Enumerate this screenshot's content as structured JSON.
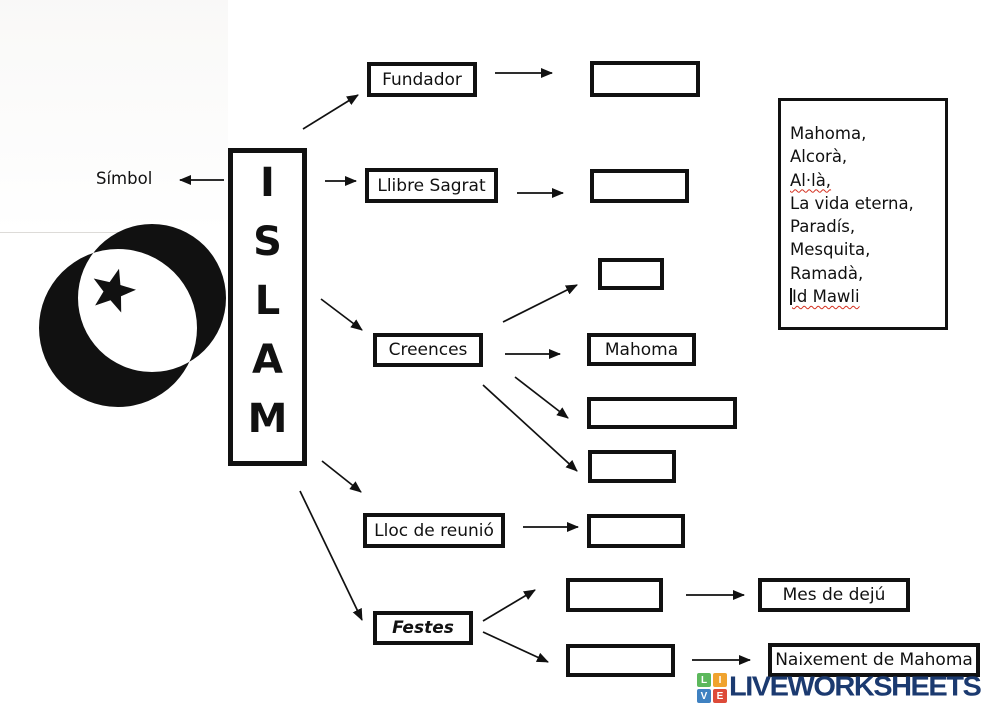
{
  "diagram": {
    "root": "ISLAM",
    "symbol_label": "Símbol",
    "branch_labels": {
      "fundador": "Fundador",
      "llibre_sagrat": "Llibre Sagrat",
      "creences": "Creences",
      "lloc_de_reunio": "Lloc de reunió",
      "festes": "Festes"
    },
    "filled_answers": {
      "creences_mahoma": "Mahoma",
      "festes_mes": "Mes de dejú",
      "festes_naixement": "Naixement de Mahoma"
    }
  },
  "word_bank": {
    "items": [
      "Mahoma,",
      "Alcorà,",
      "Al·là,",
      "La vida eterna,",
      "Paradís,",
      "Mesquita,",
      "Ramadà,",
      "Id Mawli"
    ]
  },
  "branding": {
    "squares": [
      "L",
      "I",
      "V",
      "E"
    ],
    "square_colors": [
      "#5cb85c",
      "#f0a32e",
      "#3f81c1",
      "#dd4b39"
    ],
    "wordmark": "LIVEWORKSHEETS",
    "wordmark_color": "#1b3a70"
  },
  "icons": {
    "crescent_star": "crescent-star-icon",
    "arrows": "arrow-connector"
  },
  "colors": {
    "line": "#111111",
    "spellcheck": "#d42f1e",
    "background": "#ffffff"
  }
}
